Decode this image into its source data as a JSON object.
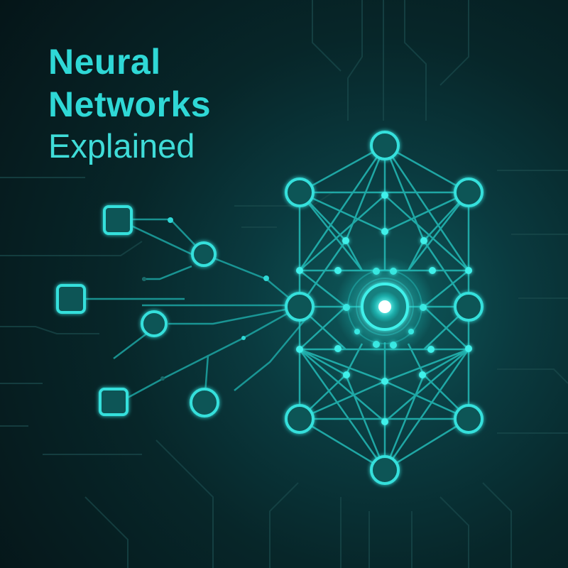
{
  "title": {
    "line1": "Neural",
    "line2": "Networks",
    "line3": "Explained"
  },
  "colors": {
    "accent": "#2fd8d6",
    "background_dark": "#051518",
    "background_glow": "#0e5a5c",
    "core_glow": "#c8ffff"
  },
  "graphic": {
    "input_squares": 3,
    "input_circles": 3,
    "network_large_nodes": 8,
    "center_core": "glowing-core"
  }
}
